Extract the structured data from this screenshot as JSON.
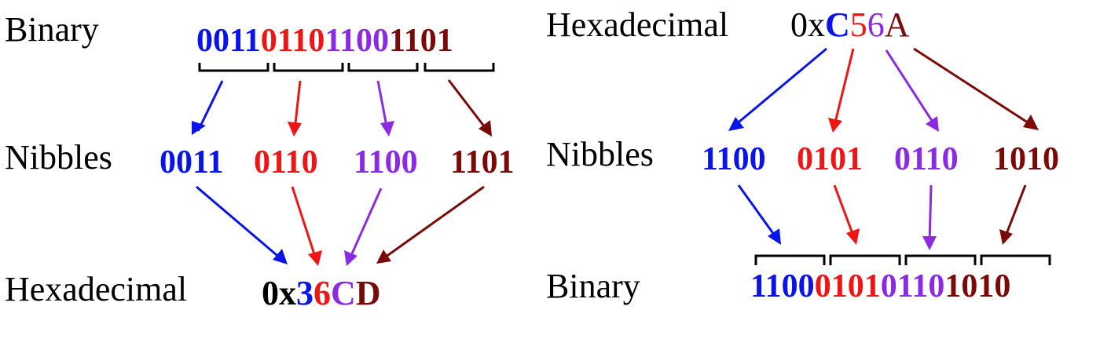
{
  "colors": {
    "blue": "#0a14e6",
    "red": "#ee1515",
    "purple": "#8a2be2",
    "maroon": "#7a0a0a",
    "black": "#000000"
  },
  "left": {
    "binary_label": "Binary",
    "nibbles_label": "Nibbles",
    "hex_label": "Hexadecimal",
    "binary_nibbles": [
      "0011",
      "0110",
      "1100",
      "1101"
    ],
    "nibbles": [
      "0011",
      "0110",
      "1100",
      "1101"
    ],
    "hex_prefix": "0x",
    "hex_digits": [
      "3",
      "6",
      "C",
      "D"
    ]
  },
  "right": {
    "hex_label": "Hexadecimal",
    "nibbles_label": "Nibbles",
    "binary_label": "Binary",
    "hex_prefix": "0x",
    "hex_digits": [
      "C",
      "5",
      "6",
      "A"
    ],
    "nibbles": [
      "1100",
      "0101",
      "0110",
      "1010"
    ],
    "binary_nibbles": [
      "1100",
      "0101",
      "0110",
      "1010"
    ]
  }
}
